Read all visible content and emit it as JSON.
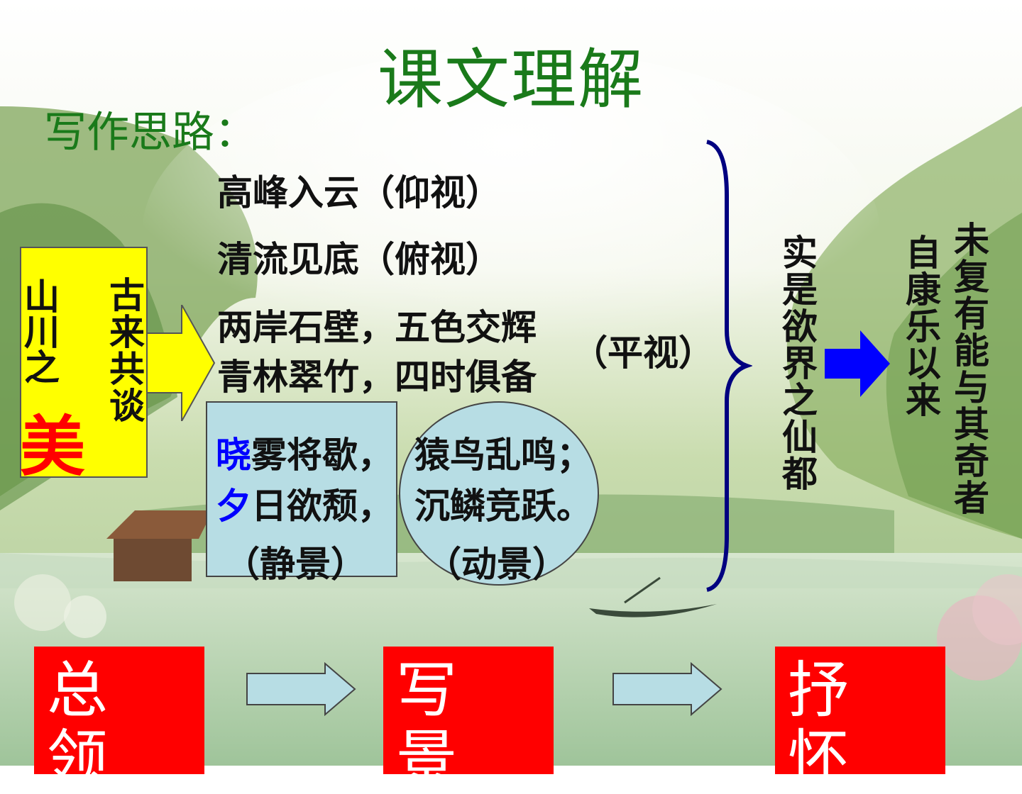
{
  "title": "课文理解",
  "subtitle": "写作思路：",
  "left_box": {
    "col_right": "古来共谈",
    "col_left_prefix": "山川之",
    "col_left_emphasis": "美"
  },
  "scenes": {
    "line1": "高峰入云（仰视）",
    "line2": "清流见底（俯视）",
    "line3": "两岸石壁，五色交辉",
    "line4": "青林翠竹，四时俱备",
    "pingshi": "（平视）",
    "static_line1_accent": "晓",
    "static_line1_rest": "雾将歇，",
    "static_line2_accent": "夕",
    "static_line2_rest": "日欲颓，",
    "static_label": "（静景）",
    "dynamic_line1": "猿鸟乱鸣；",
    "dynamic_line2": "沉鳞竞跃。",
    "dynamic_label": "（动景）"
  },
  "conclusion": "实是欲界之仙都",
  "emotion": {
    "col_left": "自康乐以来",
    "col_right": "未复有能与其奇者"
  },
  "flow": {
    "step1": "总\n领",
    "step2": "写\n景",
    "step3": "抒\n怀"
  },
  "colors": {
    "title_green": "#1a7a1a",
    "yellow": "#ffff00",
    "red": "#ff0000",
    "accent_blue": "#0000ff",
    "brace_navy": "#000080",
    "box_blue": "#b7dde4"
  }
}
